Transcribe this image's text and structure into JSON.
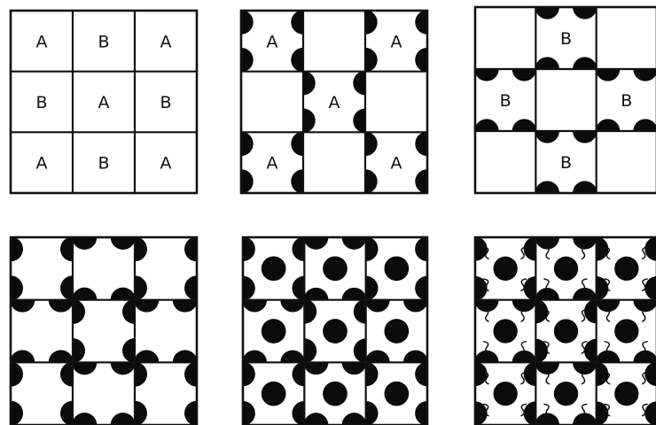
{
  "figures": [
    {
      "name": "figure-labels-grid",
      "labels": [
        "A",
        "B",
        "A",
        "B",
        "A",
        "B",
        "A",
        "B",
        "A"
      ]
    },
    {
      "name": "figure-a-tiles",
      "labels": [
        "A",
        "",
        "A",
        "",
        "A",
        "",
        "A",
        "",
        "A"
      ]
    },
    {
      "name": "figure-b-tiles",
      "labels": [
        "",
        "B",
        "",
        "B",
        "",
        "B",
        "",
        "B",
        ""
      ]
    },
    {
      "name": "figure-combined-pattern",
      "labels": []
    },
    {
      "name": "figure-pattern-with-dots",
      "labels": []
    },
    {
      "name": "figure-pattern-with-squiggles",
      "labels": []
    }
  ],
  "colors": {
    "ink": "#0b0b0b",
    "paper": "#ffffff"
  }
}
